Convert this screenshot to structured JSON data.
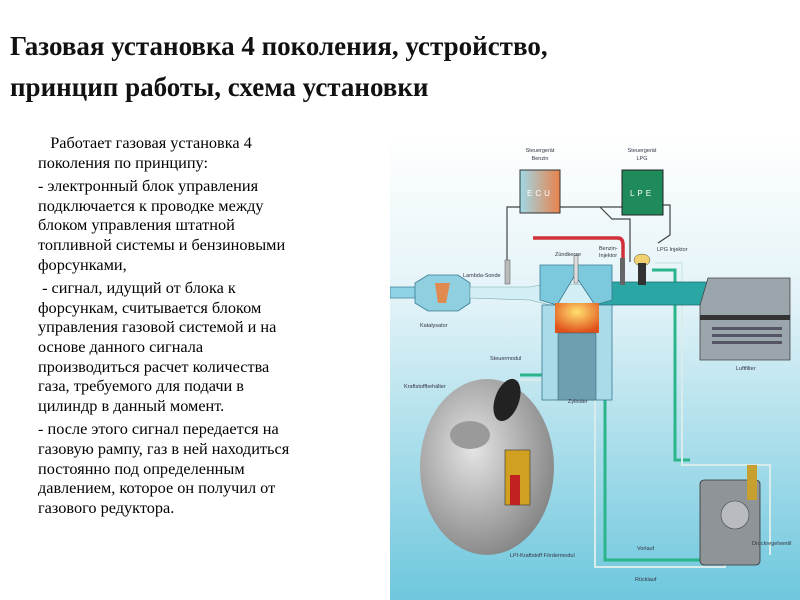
{
  "slide": {
    "title_lines": [
      "Газовая установка 4 поколения, устройство,",
      "принцип работы, схема установки"
    ],
    "paragraphs": [
      [
        "   Работает газовая установка 4",
        "поколения по  принципу:"
      ],
      [
        "- электронный блок управления",
        "подключается к проводке между",
        "блоком управления штатной",
        "топливной системы и бензиновыми",
        "форсунками,"
      ],
      [
        " - сигнал, идущий от блока к",
        "форсункам, считывается блоком",
        "управления газовой системой и на",
        "основе данного сигнала",
        "производиться расчет количества",
        "газа, требуемого для подачи в",
        "цилиндр в данный момент."
      ],
      [
        "- после этого сигнал передается на",
        "газовую рампу, газ в ней находиться",
        "постоянно под определенным",
        "давлением, которое он получил от",
        "газового редуктора."
      ]
    ]
  },
  "diagram": {
    "ecu_label": [
      "Steuergerät",
      "Benzin"
    ],
    "ecu_chip": "ECU",
    "lpe_label": [
      "Steuergerät",
      "LPG"
    ],
    "lpe_chip": "LPE",
    "spark_plug": "Zündkerze",
    "petrol_injector": [
      "Benzin-",
      "Injektor"
    ],
    "lpg_injector": "LPG Injektor",
    "lambda": "Lambda-Sonde",
    "catalyst": "Katalysator",
    "control_module": "Steuermodul",
    "cylinder": "Zylinder",
    "air_filter": "Luftfilter",
    "tank": "Kraftstoffbehälter",
    "pump_module": "LPI-Kraftstoff Fördermodul",
    "supply": "Vorlauf",
    "return": "Rücklauf",
    "regulator": "Druckregelventil",
    "colors": {
      "ecu": "#e8824a",
      "lpe": "#1f8a5a",
      "gas_line": "#2bb58a",
      "hot_line": "#d0303a"
    }
  }
}
